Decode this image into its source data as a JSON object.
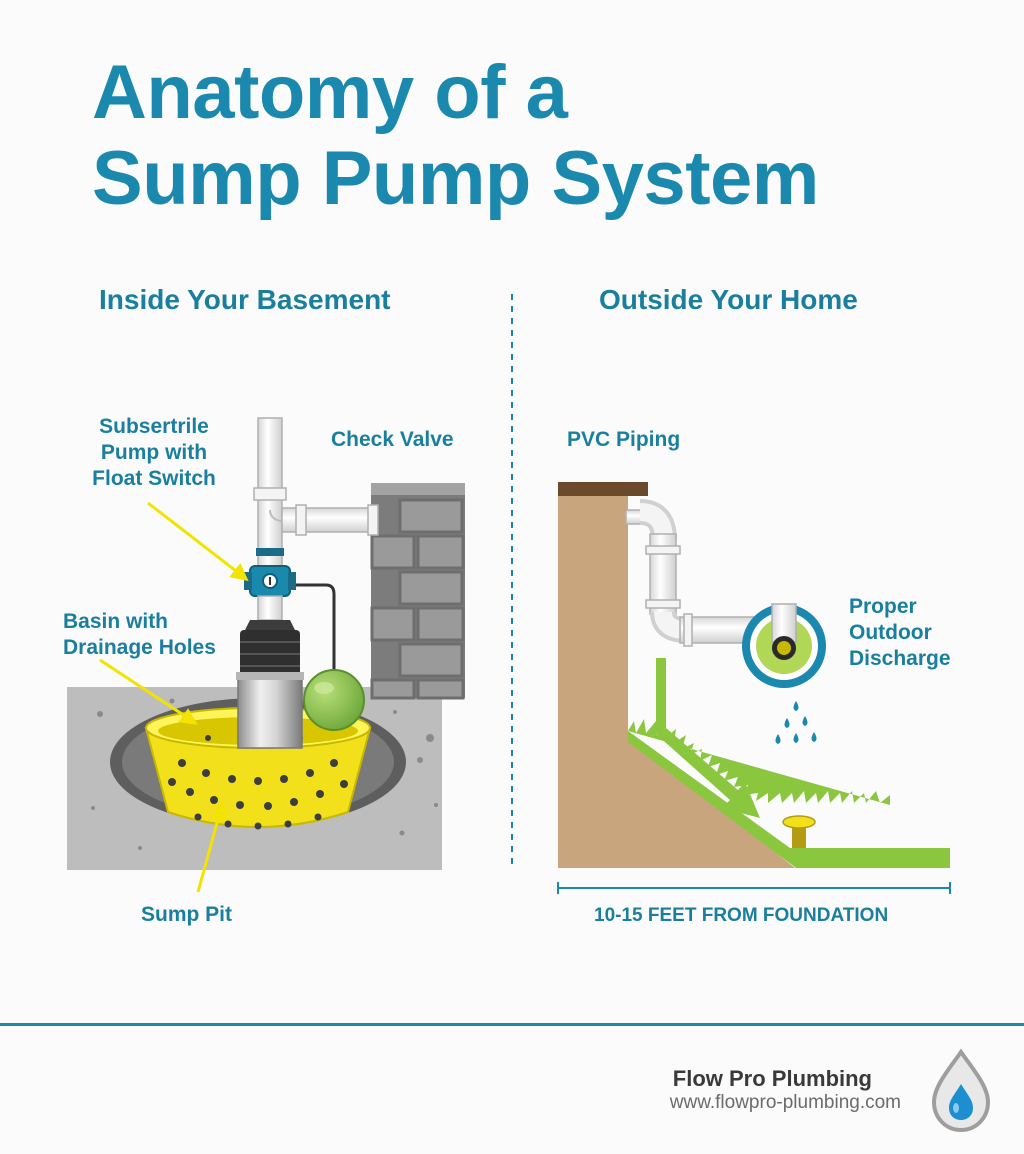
{
  "title": {
    "line1": "Anatomy of a",
    "line2": "Sump Pump System"
  },
  "sections": {
    "inside": "Inside Your Basement",
    "outside": "Outside Your Home"
  },
  "labels": {
    "pump": {
      "line1": "Subsertrile",
      "line2": "Pump with",
      "line3": "Float Switch"
    },
    "check_valve": "Check Valve",
    "basin": {
      "line1": "Basin with",
      "line2": "Drainage Holes"
    },
    "sump_pit": "Sump Pit",
    "pvc_piping": "PVC Piping",
    "discharge": {
      "line1": "Proper",
      "line2": "Outdoor",
      "line3": "Discharge"
    },
    "distance": "10-15 FEET FROM FOUNDATION"
  },
  "footer": {
    "brand": "Flow Pro Plumbing",
    "url": "www.flowpro-plumbing.com"
  },
  "colors": {
    "primary": "#1a89ad",
    "pipe": "#f2f2f2",
    "basin": "#f2e11a",
    "float": "#8bc34a",
    "arrow": "#8bc63f",
    "grass": "#8bc63f",
    "soil": "#c9a57e",
    "floor": "#bdbdbd",
    "brick": "#8c8c8c",
    "pointer": "#f2e400"
  },
  "icons": [
    "water-drop-logo-icon",
    "rain-drops-icon",
    "valve-dial-icon"
  ]
}
